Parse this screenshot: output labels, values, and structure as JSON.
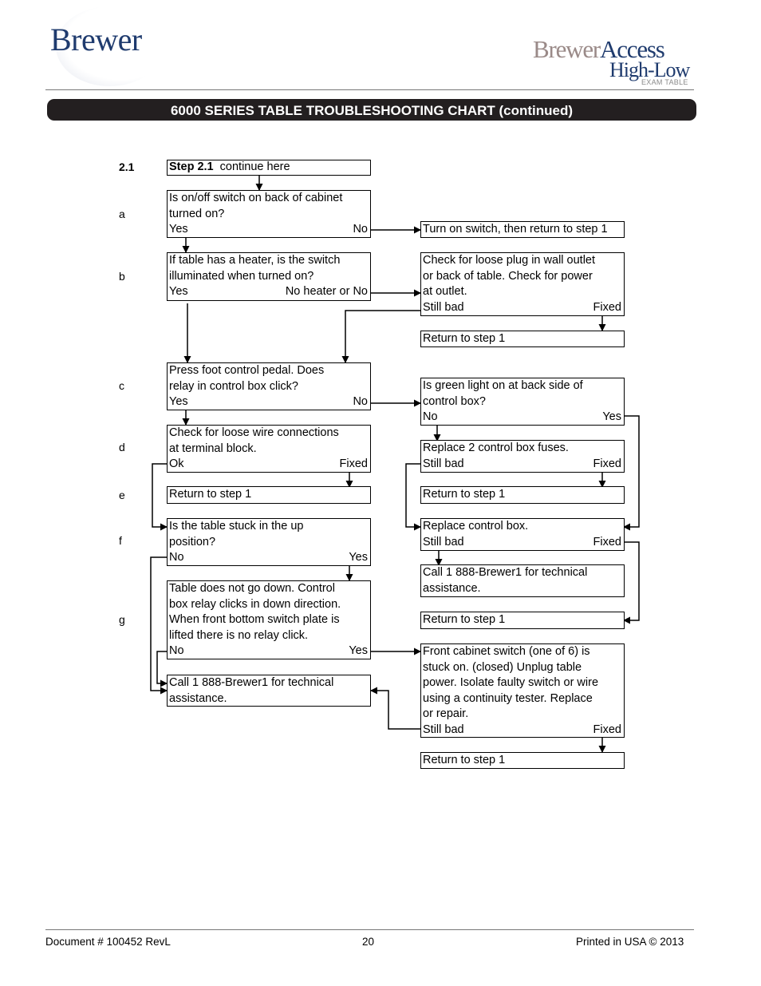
{
  "header": {
    "logo_left": "Brewer",
    "logo_right_brand": "Brewer",
    "logo_right_access": "Access",
    "logo_right_line2": "High-Low",
    "logo_right_line3": "EXAM TABLE"
  },
  "title": "6000 SERIES TABLE TROUBLESHOOTING CHART (continued)",
  "row_labels": {
    "step": "2.1",
    "a": "a",
    "b": "b",
    "c": "c",
    "d": "d",
    "e": "e",
    "f": "f",
    "g": "g"
  },
  "boxes": {
    "start": {
      "bold": "Step 2.1",
      "text": "continue here"
    },
    "a_q": {
      "line1": "Is on/off switch on back of cabinet",
      "line2": "turned on?",
      "yes": "Yes",
      "no": "No"
    },
    "a_act": {
      "text": "Turn on switch, then return to step 1"
    },
    "b_q": {
      "line1": "If table has a heater, is the switch",
      "line2": "illuminated when turned on?",
      "yes": "Yes",
      "no": "No heater or No"
    },
    "b_act": {
      "line1": "Check for loose plug in wall outlet",
      "line2": "or back of table. Check for power",
      "line3": "at outlet.",
      "left": "Still bad",
      "right": "Fixed"
    },
    "b_ret": {
      "text": "Return to step 1"
    },
    "c_q": {
      "line1": "Press foot control pedal. Does",
      "line2": "relay in control box click?",
      "yes": "Yes",
      "no": "No"
    },
    "c_act": {
      "line1": "Is green light on at back side of",
      "line2": "control box?",
      "left": "No",
      "right": "Yes"
    },
    "d_q": {
      "line1": "Check for loose wire connections",
      "line2": "at terminal block.",
      "left": "Ok",
      "right": "Fixed"
    },
    "d_act": {
      "line1": "Replace 2 control box fuses.",
      "left": "Still bad",
      "right": "Fixed"
    },
    "e_ret_left": {
      "text": "Return to step 1"
    },
    "e_ret_right": {
      "text": "Return to step 1"
    },
    "f_q": {
      "line1": "Is the table stuck in the up",
      "line2": "position?",
      "left": "No",
      "right": "Yes"
    },
    "f_act": {
      "line1": "Replace control box.",
      "left": "Still bad",
      "right": "Fixed"
    },
    "call_right": {
      "line1": "Call 1 888-Brewer1 for technical",
      "line2": "assistance."
    },
    "g_ret_right": {
      "text": "Return to step 1"
    },
    "g_q": {
      "line1": "Table does not go down. Control",
      "line2": "box relay clicks in down direction.",
      "line3": "When front bottom switch plate is",
      "line4": "lifted there is no relay click.",
      "left": "No",
      "right": "Yes"
    },
    "g_act": {
      "line1": "Front cabinet switch (one of 6) is",
      "line2": "stuck on. (closed) Unplug table",
      "line3": "power. Isolate faulty switch or wire",
      "line4": "using a continuity tester. Replace",
      "line5": "or repair.",
      "left": "Still bad",
      "right": "Fixed"
    },
    "call_left": {
      "line1": "Call 1 888-Brewer1 for technical",
      "line2": "assistance."
    },
    "g_ret_bottom": {
      "text": "Return to step 1"
    }
  },
  "footer": {
    "document": "Document # 100452 RevL",
    "page": "20",
    "printed": "Printed in USA © 2013"
  }
}
